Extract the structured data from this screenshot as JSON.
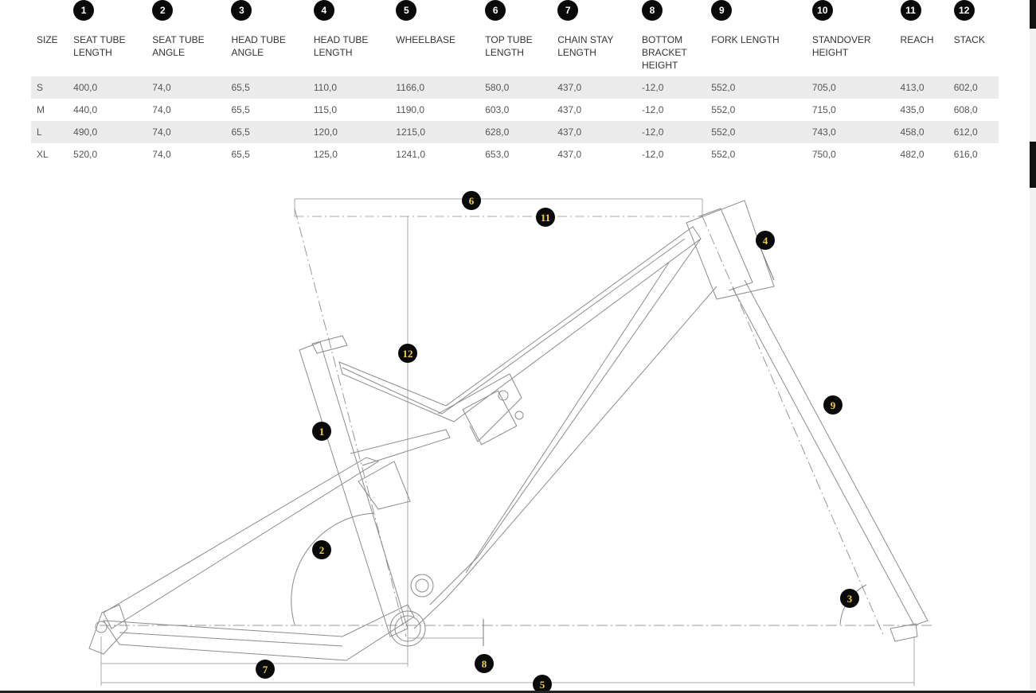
{
  "table": {
    "numbers": [
      "1",
      "2",
      "3",
      "4",
      "5",
      "6",
      "7",
      "8",
      "9",
      "10",
      "11",
      "12"
    ],
    "headers": [
      {
        "l1": "SIZE",
        "l2": "",
        "l3": ""
      },
      {
        "l1": "SEAT TUBE",
        "l2": "LENGTH",
        "l3": ""
      },
      {
        "l1": "SEAT TUBE",
        "l2": "ANGLE",
        "l3": ""
      },
      {
        "l1": "HEAD TUBE",
        "l2": "ANGLE",
        "l3": ""
      },
      {
        "l1": "HEAD TUBE",
        "l2": "LENGTH",
        "l3": ""
      },
      {
        "l1": "WHEELBASE",
        "l2": "",
        "l3": ""
      },
      {
        "l1": "TOP TUBE",
        "l2": "LENGTH",
        "l3": ""
      },
      {
        "l1": "CHAIN STAY",
        "l2": "LENGTH",
        "l3": ""
      },
      {
        "l1": "BOTTOM",
        "l2": "BRACKET",
        "l3": "HEIGHT"
      },
      {
        "l1": "FORK LENGTH",
        "l2": "",
        "l3": ""
      },
      {
        "l1": "STANDOVER",
        "l2": "HEIGHT",
        "l3": ""
      },
      {
        "l1": "REACH",
        "l2": "",
        "l3": ""
      },
      {
        "l1": "STACK",
        "l2": "",
        "l3": ""
      }
    ],
    "rows": [
      [
        "S",
        "400,0",
        "74,0",
        "65,5",
        "110,0",
        "1166,0",
        "580,0",
        "437,0",
        "-12,0",
        "552,0",
        "705,0",
        "413,0",
        "602,0"
      ],
      [
        "M",
        "440,0",
        "74,0",
        "65,5",
        "115,0",
        "1190,0",
        "603,0",
        "437,0",
        "-12,0",
        "552,0",
        "715,0",
        "435,0",
        "608,0"
      ],
      [
        "L",
        "490,0",
        "74,0",
        "65,5",
        "120,0",
        "1215,0",
        "628,0",
        "437,0",
        "-12,0",
        "552,0",
        "743,0",
        "458,0",
        "612,0"
      ],
      [
        "XL",
        "520,0",
        "74,0",
        "65,5",
        "125,0",
        "1241,0",
        "653,0",
        "437,0",
        "-12,0",
        "552,0",
        "750,0",
        "482,0",
        "616,0"
      ]
    ]
  },
  "diagram": {
    "markers": [
      "1",
      "2",
      "3",
      "4",
      "5",
      "6",
      "7",
      "8",
      "9",
      "11",
      "12"
    ],
    "marker_text_color": "#f0d040",
    "marker_bg_color": "#0a0a0a"
  }
}
